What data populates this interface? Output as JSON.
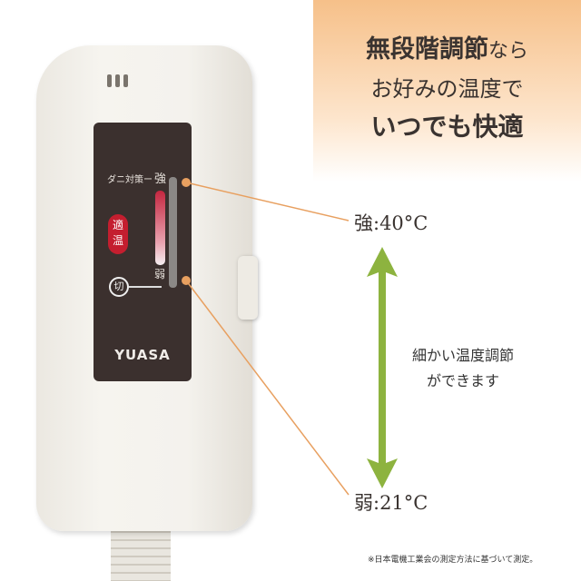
{
  "promo": {
    "line1_bold": "無段階調節",
    "line1_rest": "なら",
    "line2": "お好みの温度で",
    "line3": "いつでも快適"
  },
  "remote": {
    "brand": "YUASA",
    "mite_label": "ダニ対策ー",
    "strong_mark": "強",
    "weak_mark": "弱",
    "recommended": "適温",
    "off": "切"
  },
  "temps": {
    "high": "強:40°C",
    "low": "弱:21°C"
  },
  "middle": {
    "line1": "細かい温度調節",
    "line2": "ができます"
  },
  "footnote": "※日本電機工業会の測定方法に基づいて測定。",
  "colors": {
    "accent_orange": "#e8a060",
    "arrow_green": "#8db33f",
    "led_red": "#c41e2f"
  }
}
